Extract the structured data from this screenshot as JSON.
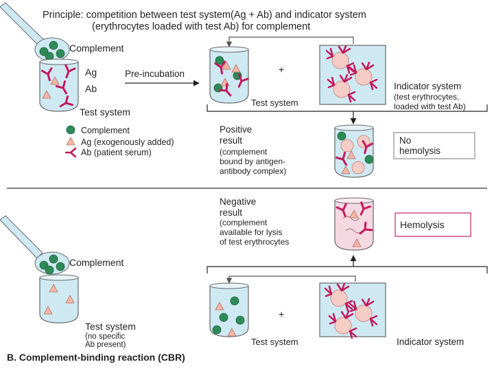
{
  "colors": {
    "tube_fill": "#cfe9f3",
    "tube_stroke": "#666666",
    "complement_green": "#2e8b57",
    "antigen_pink": "#f4b6a6",
    "antibody_magenta": "#c2185b",
    "erythrocyte": "#f6cdc6",
    "hemolysis_box": "#cc3377",
    "lysed_tube": "#f4d8e2"
  },
  "principle": {
    "line1": "Principle: competition between test system(Ag + Ab) and indicator system",
    "line2": "(erythrocytes loaded with test Ab) for complement"
  },
  "top": {
    "complement": "Complement",
    "ag": "Ag",
    "ab": "Ab",
    "test_system": "Test system",
    "preincubation": "Pre-incubation",
    "plus": "+",
    "tube_test_system": "Test system",
    "indicator_title": "Indicator system",
    "indicator_sub1": "(test erythrocytes,",
    "indicator_sub2": "loaded with test Ab)"
  },
  "legend": {
    "complement": "Complement",
    "ag": "Ag (exogenously added)",
    "ab": "Ab (patient serum)"
  },
  "positive": {
    "title1": "Positive",
    "title2": "result",
    "desc1": "(complement",
    "desc2": "bound by antigen-",
    "desc3": "antibody complex)",
    "box_line1": "No",
    "box_line2": "hemolysis"
  },
  "negative": {
    "title1": "Negative",
    "title2": "result",
    "desc1": "(complement",
    "desc2": "available for lysis",
    "desc3": "of test erythrocytes",
    "box": "Hemolysis"
  },
  "bottom": {
    "complement": "Complement",
    "test_system": "Test system",
    "sub1": "(no specific",
    "sub2": "Ab present)",
    "plus": "+",
    "tube_test_system": "Test system",
    "indicator": "Indicator system"
  },
  "caption": "B. Complement-binding reaction (CBR)"
}
